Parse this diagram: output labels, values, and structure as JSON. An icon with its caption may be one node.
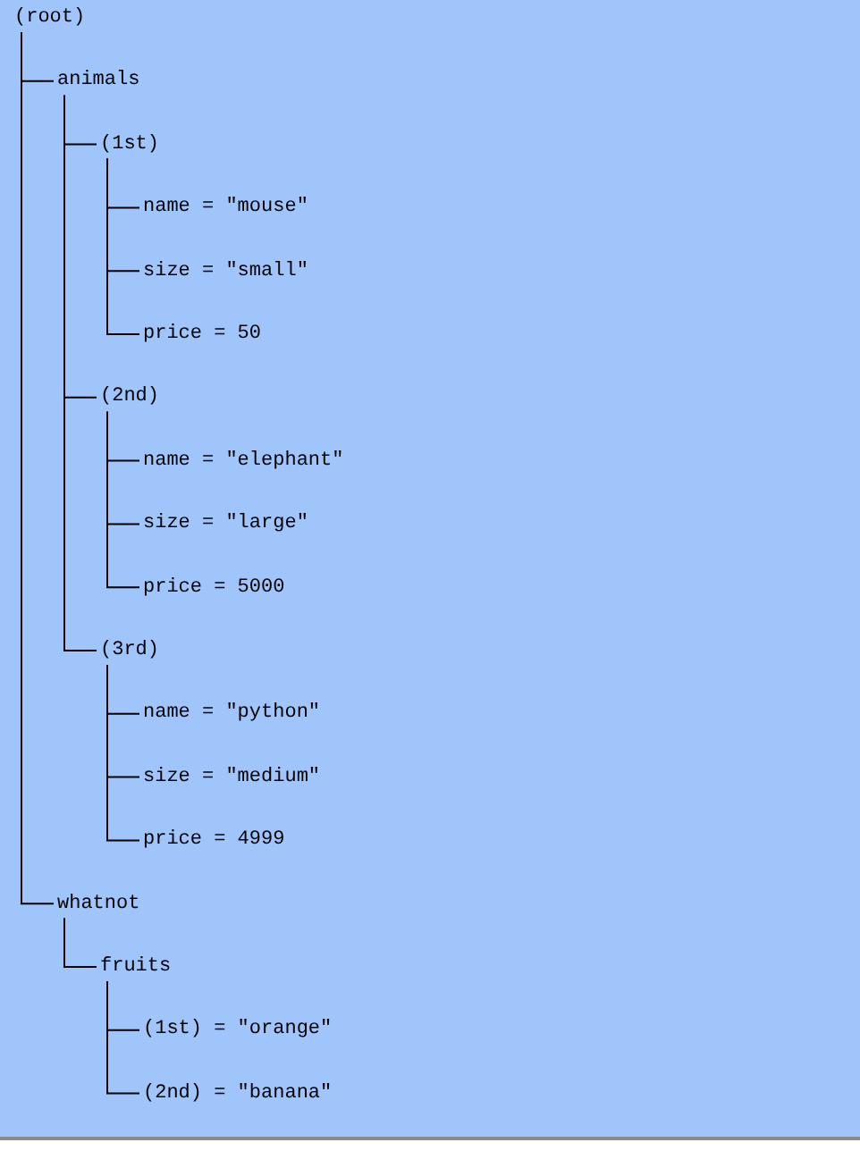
{
  "diagram": {
    "nodes": [
      {
        "text": [
          "(root)"
        ]
      },
      {
        "text": [
          "animals"
        ]
      },
      {
        "text": [
          "(1st)"
        ]
      },
      {
        "text": [
          "name = \"mouse\""
        ]
      },
      {
        "text": [
          "size = \"small\""
        ]
      },
      {
        "text": [
          "price = 50"
        ]
      },
      {
        "text": [
          "(2nd)"
        ]
      },
      {
        "text": [
          "name = \"elephant\""
        ]
      },
      {
        "text": [
          "size = \"large\""
        ]
      },
      {
        "text": [
          "price = 5000"
        ]
      },
      {
        "text": [
          "(3rd)"
        ]
      },
      {
        "text": [
          "name = \"python\""
        ]
      },
      {
        "text": [
          "size = \"medium\""
        ]
      },
      {
        "text": [
          "price = 4999"
        ]
      },
      {
        "text": [
          "whatnot"
        ]
      },
      {
        "text": [
          "fruits"
        ]
      },
      {
        "text": [
          "(1st) = \"orange\""
        ]
      },
      {
        "text": [
          "(2nd) = \"banana\""
        ]
      }
    ],
    "edges": [
      {
        "from": 0,
        "to": 1,
        "arrow": "none"
      },
      {
        "from": 1,
        "to": 2,
        "arrow": "none"
      },
      {
        "from": 2,
        "to": 3,
        "arrow": "none"
      },
      {
        "from": 2,
        "to": 4,
        "arrow": "none"
      },
      {
        "from": 2,
        "to": 5,
        "arrow": "none"
      },
      {
        "from": 1,
        "to": 6,
        "arrow": "none"
      },
      {
        "from": 6,
        "to": 7,
        "arrow": "none"
      },
      {
        "from": 6,
        "to": 8,
        "arrow": "none"
      },
      {
        "from": 6,
        "to": 9,
        "arrow": "none"
      },
      {
        "from": 1,
        "to": 10,
        "arrow": "none"
      },
      {
        "from": 10,
        "to": 11,
        "arrow": "none"
      },
      {
        "from": 10,
        "to": 12,
        "arrow": "none"
      },
      {
        "from": 10,
        "to": 13,
        "arrow": "none"
      },
      {
        "from": 0,
        "to": 14,
        "arrow": "none"
      },
      {
        "from": 14,
        "to": 15,
        "arrow": "none"
      },
      {
        "from": 15,
        "to": 16,
        "arrow": "none"
      },
      {
        "from": 15,
        "to": 17,
        "arrow": "none"
      }
    ]
  }
}
